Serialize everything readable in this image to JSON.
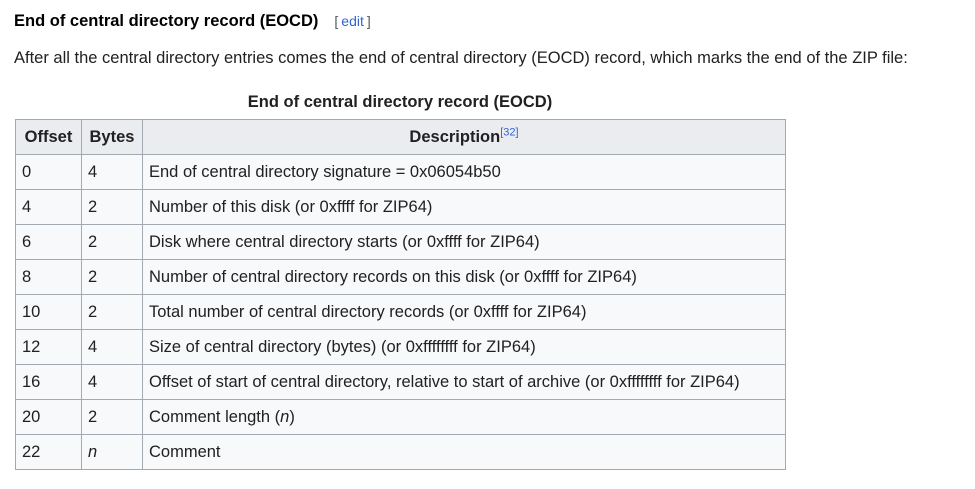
{
  "section": {
    "title": "End of central directory record (EOCD)",
    "edit_open": "[",
    "edit_label": "edit",
    "edit_close": "]"
  },
  "intro": "After all the central directory entries comes the end of central directory (EOCD) record, which marks the end of the ZIP file:",
  "table": {
    "caption": "End of central directory record (EOCD)",
    "headers": {
      "offset": "Offset",
      "bytes": "Bytes",
      "description": "Description",
      "description_ref": "[32]"
    },
    "rows": [
      {
        "offset": "0",
        "bytes": "4",
        "description": "End of central directory signature = 0x06054b50"
      },
      {
        "offset": "4",
        "bytes": "2",
        "description": "Number of this disk (or 0xffff for ZIP64)"
      },
      {
        "offset": "6",
        "bytes": "2",
        "description": "Disk where central directory starts (or 0xffff for ZIP64)"
      },
      {
        "offset": "8",
        "bytes": "2",
        "description": "Number of central directory records on this disk (or 0xffff for ZIP64)"
      },
      {
        "offset": "10",
        "bytes": "2",
        "description": "Total number of central directory records (or 0xffff for ZIP64)"
      },
      {
        "offset": "12",
        "bytes": "4",
        "description": "Size of central directory (bytes) (or 0xffffffff for ZIP64)"
      },
      {
        "offset": "16",
        "bytes": "4",
        "description": "Offset of start of central directory, relative to start of archive (or 0xffffffff for ZIP64)"
      },
      {
        "offset": "20",
        "bytes": "2",
        "description_prefix": "Comment length (",
        "description_var": "n",
        "description_suffix": ")"
      },
      {
        "offset": "22",
        "bytes": "n",
        "description": "Comment"
      }
    ]
  },
  "colors": {
    "text": "#202122",
    "link": "#3366cc",
    "header_bg": "#eaecf0",
    "cell_bg": "#f8f9fa",
    "border": "#a2a9b1"
  }
}
